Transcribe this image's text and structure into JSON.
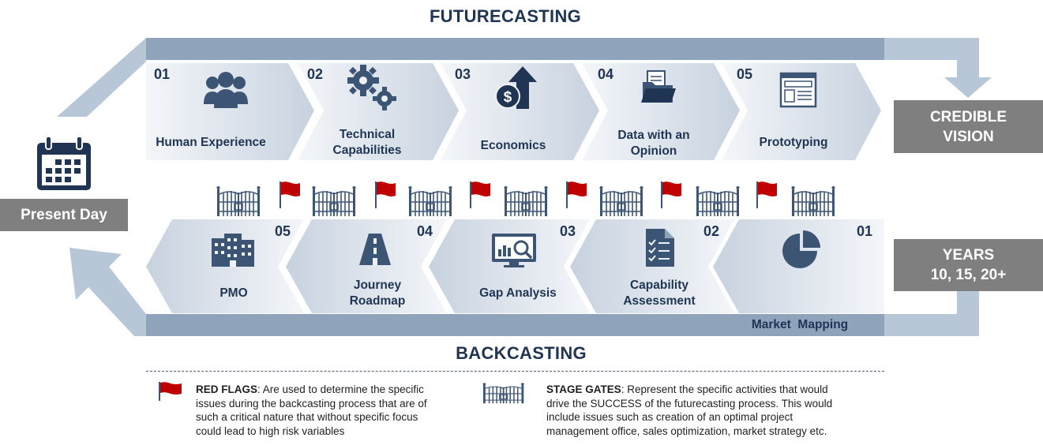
{
  "titles": {
    "top": "FUTURECASTING",
    "bottom": "BACKCASTING"
  },
  "boxes": {
    "present_day": "Present Day",
    "credible_vision": [
      "CREDIBLE",
      "VISION"
    ],
    "years": [
      "YEARS",
      "10, 15, 20+"
    ]
  },
  "futurecasting_steps": [
    {
      "num": "01",
      "label": [
        "Human Experience"
      ],
      "icon": "people-icon"
    },
    {
      "num": "02",
      "label": [
        "Technical",
        "Capabilities"
      ],
      "icon": "gears-icon"
    },
    {
      "num": "03",
      "label": [
        "Economics"
      ],
      "icon": "dollar-arrow-icon"
    },
    {
      "num": "04",
      "label": [
        "Data with an",
        "Opinion"
      ],
      "icon": "folder-icon"
    },
    {
      "num": "05",
      "label": [
        "Prototyping"
      ],
      "icon": "browser-window-icon"
    }
  ],
  "backcasting_steps": [
    {
      "num": "05",
      "label": [
        "PMO"
      ],
      "icon": "building-icon"
    },
    {
      "num": "04",
      "label": [
        "Journey",
        "Roadmap"
      ],
      "icon": "road-icon"
    },
    {
      "num": "03",
      "label": [
        "Gap Analysis"
      ],
      "icon": "monitor-search-icon"
    },
    {
      "num": "02",
      "label": [
        "Capability",
        "Assessment"
      ],
      "icon": "checklist-icon"
    },
    {
      "num": "01",
      "label": [
        "Market  Mapping"
      ],
      "icon": "pie-chart-icon"
    }
  ],
  "legend": {
    "red_flags": {
      "title": "RED FLAGS",
      "lines": [
        ": Are used to determine the specific",
        "issues during the backcasting process that are of",
        "such a critical nature that without specific focus",
        "could lead to high risk variables"
      ]
    },
    "stage_gates": {
      "title": "STAGE GATES",
      "lines": [
        ": Represent the specific activities that would",
        "drive the SUCCESS of the futurecasting process. This would",
        "include issues such as creation of an optimal project",
        "management office, sales optimization, market strategy etc."
      ]
    }
  },
  "colors": {
    "navy": "#1f3553",
    "band": "#8fa3bb",
    "band_light": "#b8c7d8",
    "chevron_light": "#f2f4f7",
    "chevron_dark": "#c9d3e0",
    "grey_box": "#7f7f7f",
    "flag_red": "#c00000"
  }
}
